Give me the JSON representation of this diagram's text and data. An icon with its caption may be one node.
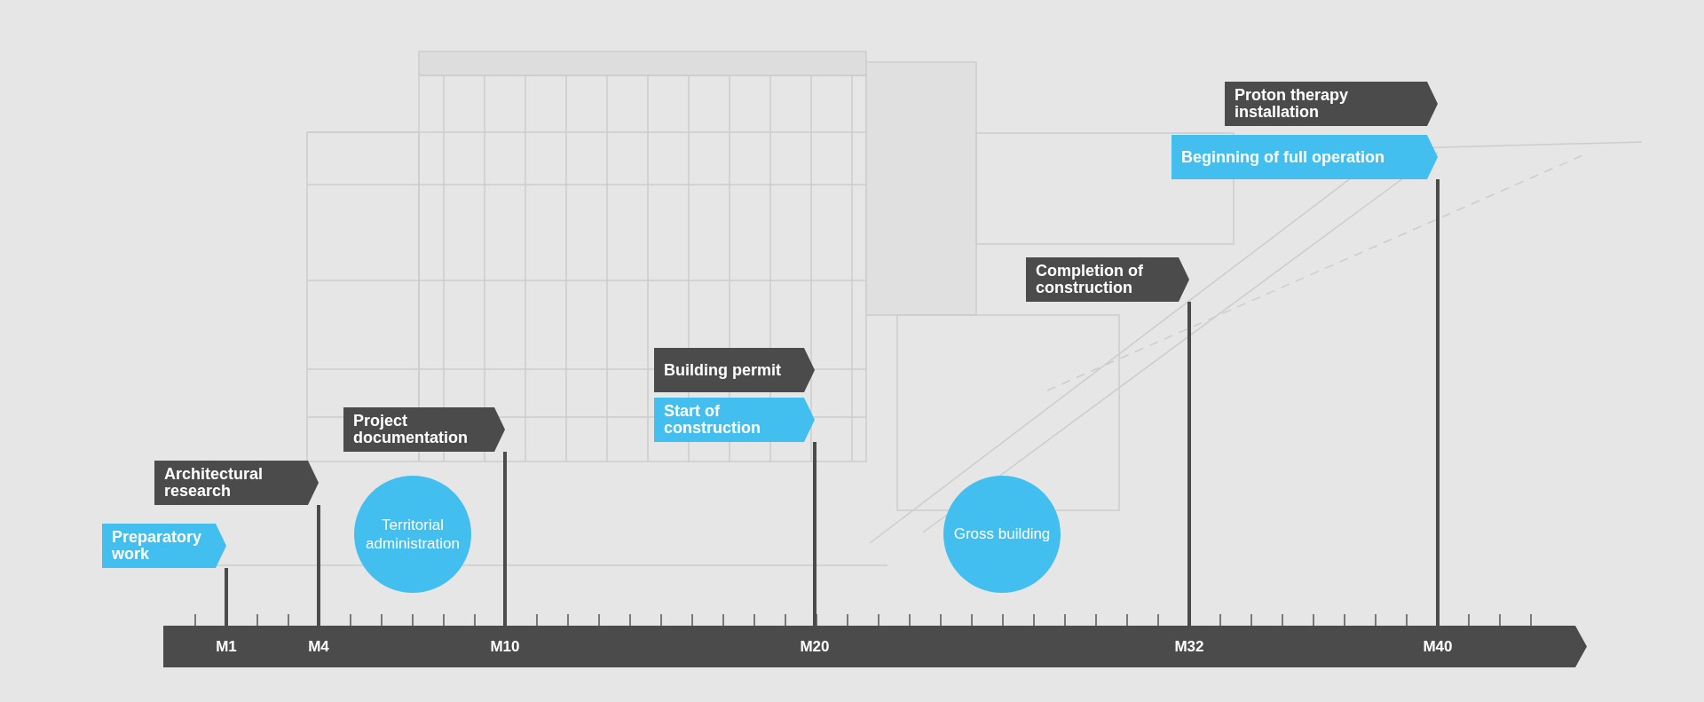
{
  "diagram": {
    "nodes": [
      {
        "text": [
          "Preparatory work"
        ]
      },
      {
        "text": [
          "Architectural research"
        ]
      },
      {
        "text": [
          "Territorial administration"
        ]
      },
      {
        "text": [
          "Project documentation"
        ]
      },
      {
        "text": [
          "Building permit"
        ]
      },
      {
        "text": [
          "Start of construction"
        ]
      },
      {
        "text": [
          "Gross building"
        ]
      },
      {
        "text": [
          "Completion of construction"
        ]
      },
      {
        "text": [
          "Proton therapy installation"
        ]
      },
      {
        "text": [
          "Beginning of full operation"
        ]
      },
      {
        "text": [
          "M1",
          "M4",
          "M10",
          "M20",
          "M32",
          "M40"
        ]
      }
    ],
    "edges": [
      {
        "from": 0,
        "to": 10,
        "arrow": "none"
      },
      {
        "from": 1,
        "to": 10,
        "arrow": "none"
      },
      {
        "from": 3,
        "to": 10,
        "arrow": "none"
      },
      {
        "from": 5,
        "to": 10,
        "arrow": "none"
      },
      {
        "from": 7,
        "to": 10,
        "arrow": "none"
      },
      {
        "from": 9,
        "to": 10,
        "arrow": "none"
      }
    ]
  }
}
